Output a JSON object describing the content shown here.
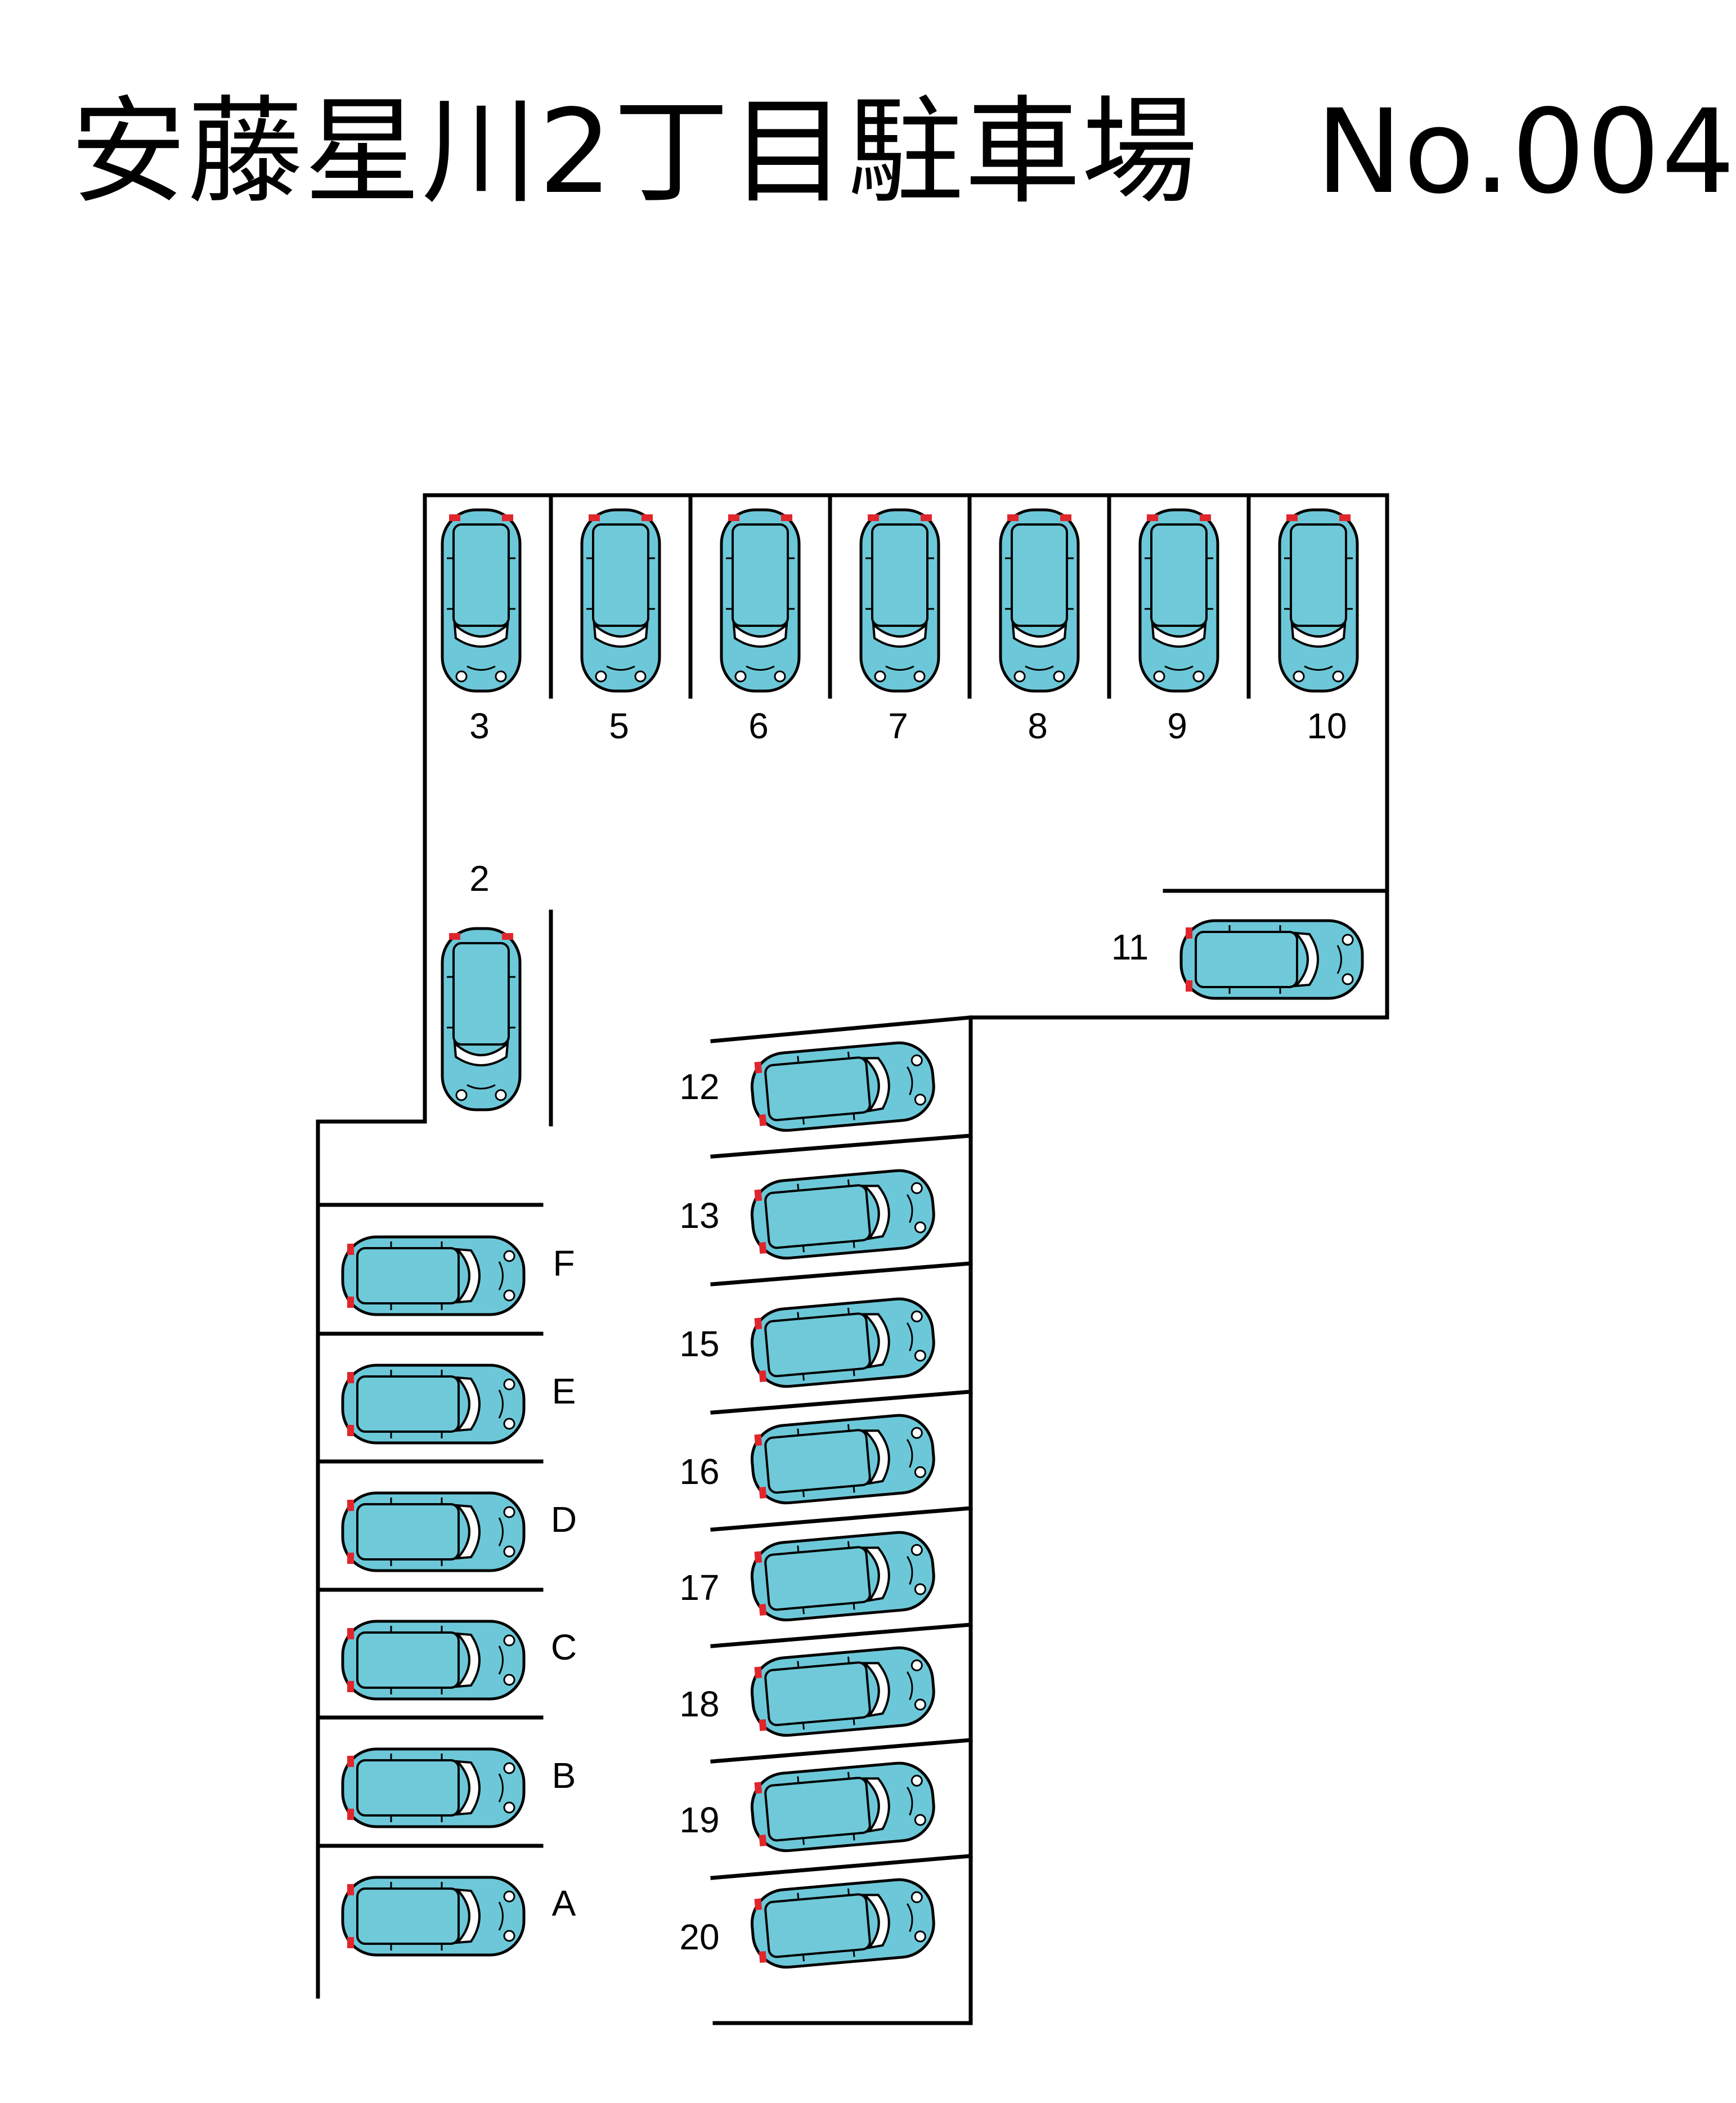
{
  "title": "安藤星川2丁目駐車場　No.004",
  "colors": {
    "car_body": "#6cc8d8",
    "car_roof": "#6fc9d9",
    "tail_light": "#e0262c",
    "line": "#000000"
  },
  "top_row_labels": [
    "3",
    "5",
    "6",
    "7",
    "8",
    "9",
    "10"
  ],
  "left_slot_label": "2",
  "right_slot_label": "11",
  "left_column_labels": [
    "F",
    "E",
    "D",
    "C",
    "B",
    "A"
  ],
  "right_column_labels": [
    "12",
    "13",
    "15",
    "16",
    "17",
    "18",
    "19",
    "20"
  ]
}
